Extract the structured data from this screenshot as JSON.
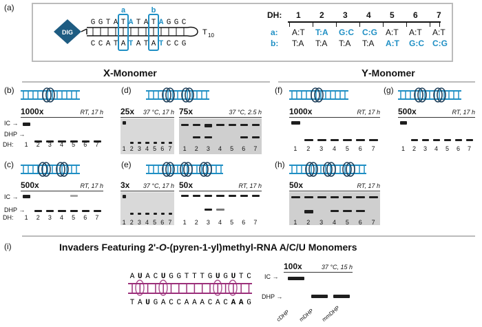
{
  "panel_labels": {
    "a": "(a)",
    "b": "(b)",
    "c": "(c)",
    "d": "(d)",
    "e": "(e)",
    "f": "(f)",
    "g": "(g)",
    "h": "(h)",
    "i": "(i)"
  },
  "duplex": {
    "top_seq": [
      "G",
      "G",
      "T",
      "A",
      "T",
      "A",
      "T",
      "A",
      "T",
      "A",
      "G",
      "G",
      "C"
    ],
    "bottom_seq": [
      "C",
      "C",
      "A",
      "T",
      "A",
      "T",
      "A",
      "T",
      "A",
      "T",
      "C",
      "C",
      "G"
    ],
    "loop": "T",
    "loop_sub": "10",
    "pos_a": "a",
    "pos_b": "b",
    "dig": "DIG"
  },
  "dh_table": {
    "header_label": "DH:",
    "row_a_label": "a:",
    "row_b_label": "b:",
    "columns": [
      "1",
      "2",
      "3",
      "4",
      "5",
      "6",
      "7"
    ],
    "row_a": [
      "A:T",
      "T:A",
      "G:C",
      "C:G",
      "A:T",
      "A:T",
      "A:T"
    ],
    "row_b": [
      "T:A",
      "T:A",
      "T:A",
      "T:A",
      "A:T",
      "G:C",
      "C:G"
    ],
    "row_a_highlight": [
      false,
      true,
      true,
      true,
      false,
      false,
      false
    ],
    "row_b_highlight": [
      false,
      false,
      false,
      false,
      true,
      true,
      true
    ]
  },
  "sections": {
    "x_monomer_letter": "X",
    "x_monomer_rest": "-Monomer",
    "y_monomer_letter": "Y",
    "y_monomer_rest": "-Monomer"
  },
  "gels": {
    "b": {
      "excess": "1000x",
      "cond": "RT, 17 h"
    },
    "c": {
      "excess": "500x",
      "cond": "RT, 17 h"
    },
    "d1": {
      "excess": "25x",
      "cond": "37 °C, 17 h"
    },
    "d2": {
      "excess": "75x",
      "cond": "37 °C, 2.5 h"
    },
    "e1": {
      "excess": "3x",
      "cond": "37 °C, 17 h"
    },
    "e2": {
      "excess": "50x",
      "cond": "RT, 17 h"
    },
    "f": {
      "excess": "1000x",
      "cond": "RT, 17 h"
    },
    "g": {
      "excess": "500x",
      "cond": "RT, 17 h"
    },
    "h": {
      "excess": "50x",
      "cond": "RT, 17 h"
    }
  },
  "lane_labels": {
    "dh": "DH:",
    "ic": "IC",
    "dhp": "DHP",
    "lanes": [
      "1",
      "2",
      "3",
      "4",
      "5",
      "6",
      "7"
    ]
  },
  "panel_i": {
    "title_prefix": "Invaders Featuring 2'-",
    "title_o": "O",
    "title_mid": "-(pyren-1-yl)methyl-RNA ",
    "title_monomers": "A/C/U",
    "title_suffix": " Monomers",
    "top_seq": "AUACUGGTTTGUGUTC",
    "bottom_seq": "TAUGACCAAACACAAG",
    "gel_excess": "100x",
    "gel_cond": "37 °C, 15 h",
    "lanes": [
      "cDHP",
      "mDHP",
      "mmDHP"
    ]
  }
}
